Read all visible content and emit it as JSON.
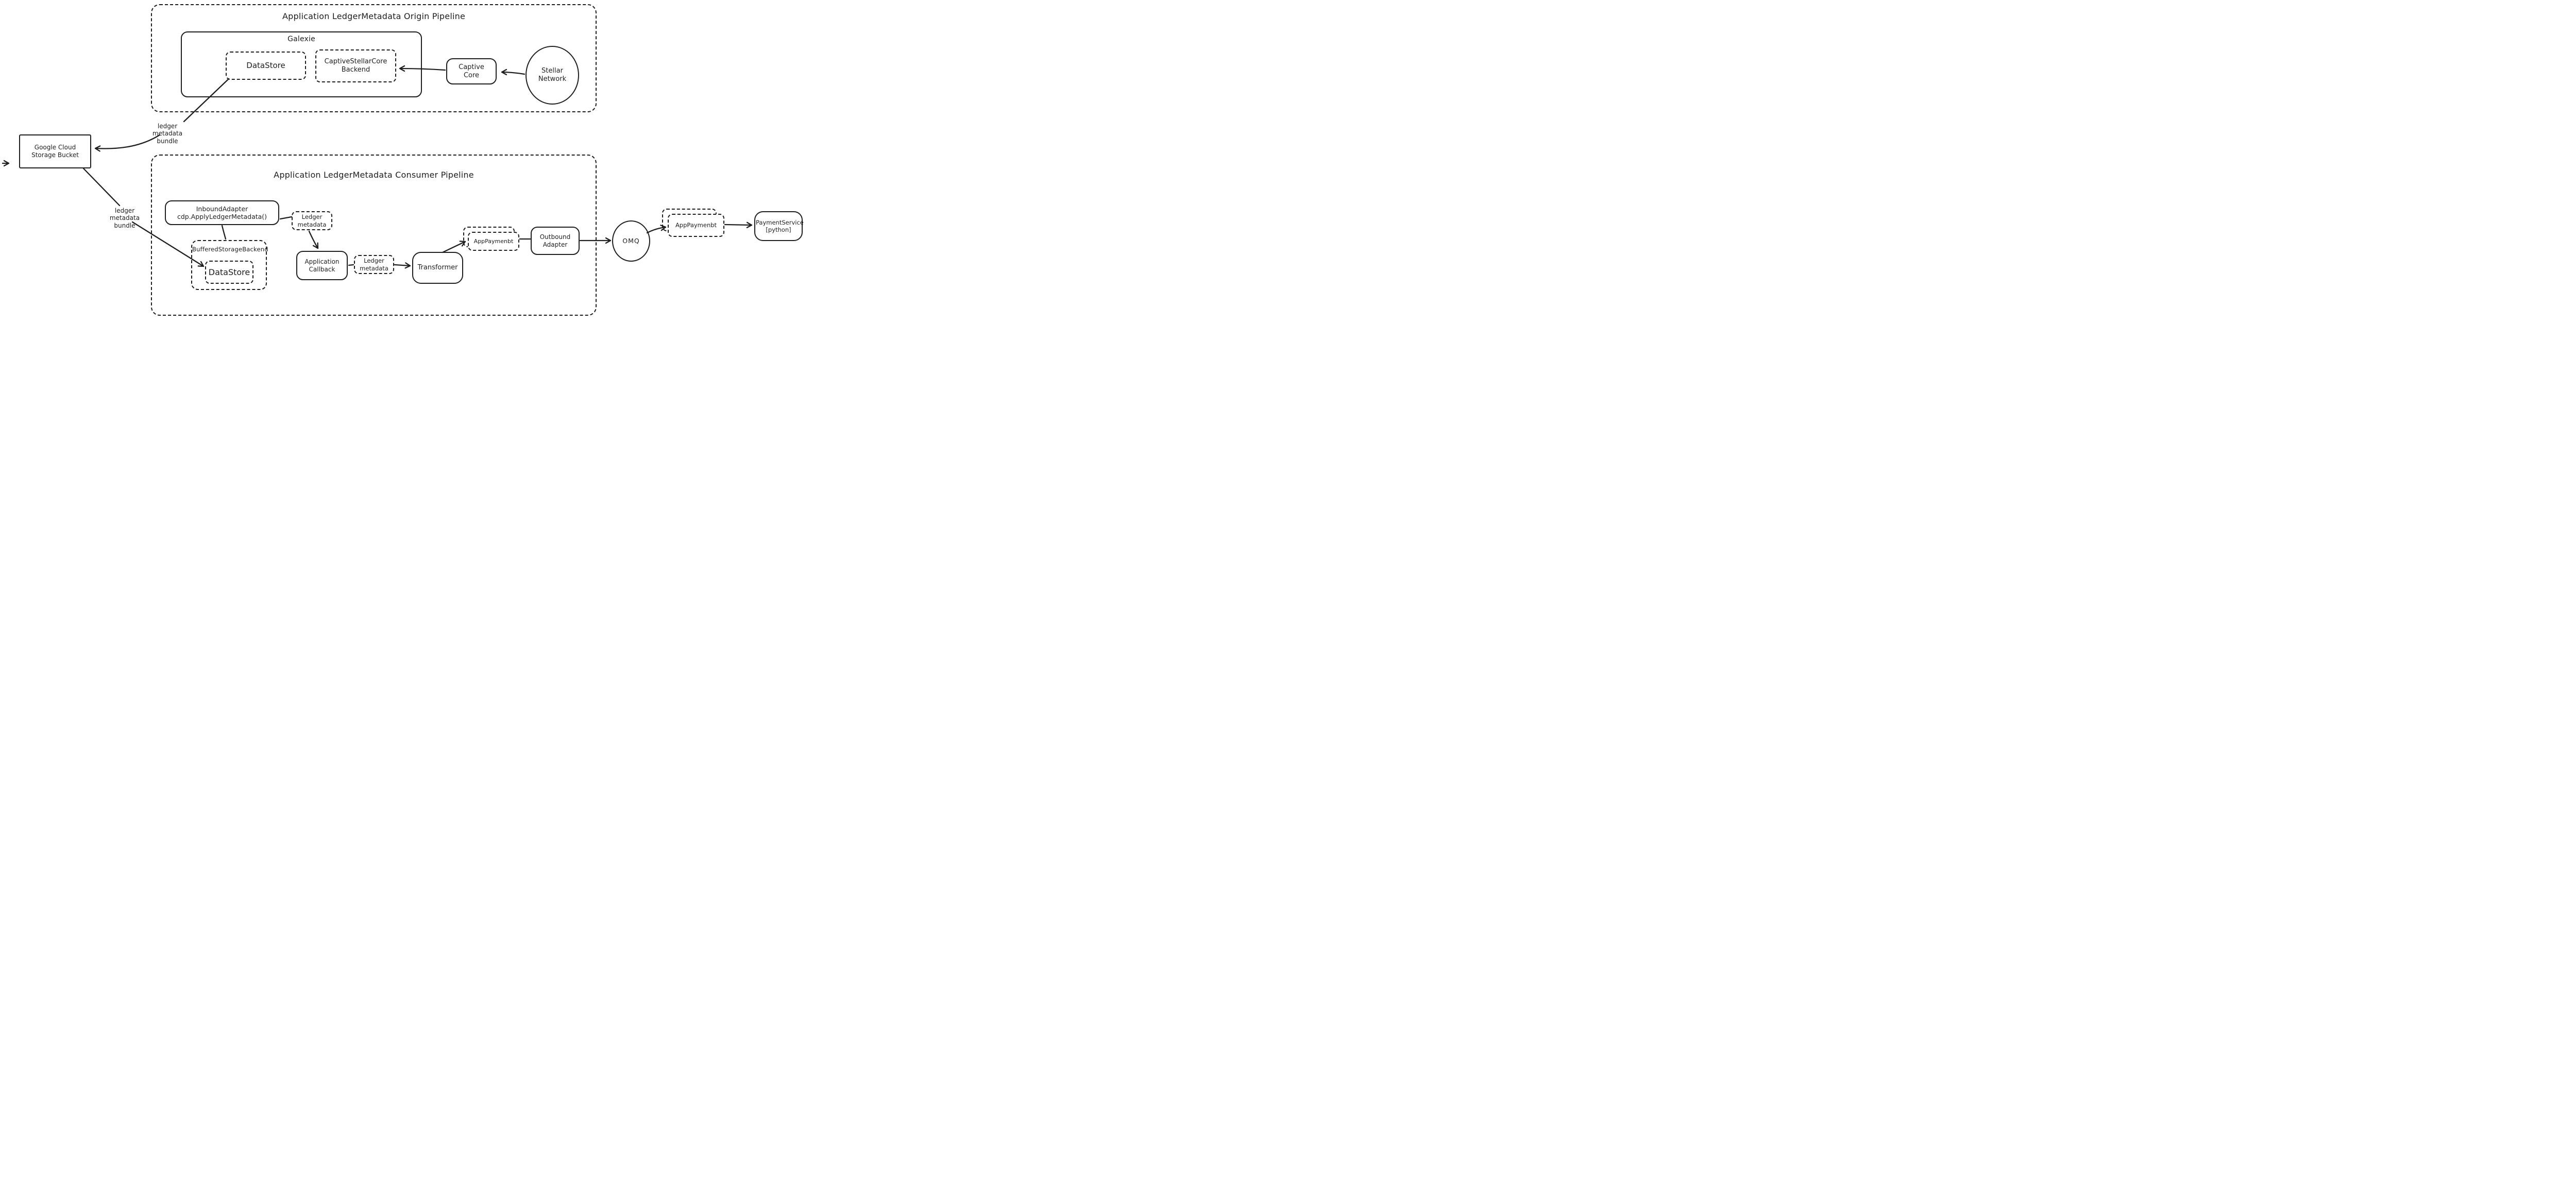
{
  "colors": {
    "ink": "#1e1e1e",
    "background": "#ffffff"
  },
  "origin_pipeline": {
    "title": "Application LedgerMetadata Origin Pipeline",
    "galexie": {
      "title": "Galexie",
      "datastore": {
        "label": "DataStore"
      },
      "captive_stellar_core_backend": {
        "label": "CaptiveStellarCore Backend"
      }
    },
    "captive_core": {
      "label": "Captive Core"
    },
    "stellar_network": {
      "label": "Stellar Network"
    }
  },
  "storage": {
    "gcs_bucket": {
      "label": "Google Cloud Storage Bucket"
    },
    "origin_edge_label": "ledger metadata bundle",
    "consumer_edge_label": "ledger metadata bundle"
  },
  "consumer_pipeline": {
    "title": "Application LedgerMetadata Consumer Pipeline",
    "inbound_adapter": {
      "label": "InboundAdapter cdp.ApplyLedgerMetadata()"
    },
    "ledger_metadata_from_adapter": {
      "label": "Ledger metadata"
    },
    "buffered_storage_backend": {
      "label": "BufferedStorageBackend",
      "datastore": {
        "label": "DataStore"
      }
    },
    "application_callback": {
      "label": "Application Callback"
    },
    "ledger_metadata_from_callback": {
      "label": "Ledger metadata"
    },
    "transformer": {
      "label": "Transformer"
    },
    "app_payment_queue": {
      "label": "AppPaymenbt"
    },
    "outbound_adapter": {
      "label": "Outbound Adapter"
    }
  },
  "external": {
    "omq": {
      "label": "OMQ"
    },
    "app_payment_delivery": {
      "label": "AppPaymenbt"
    },
    "payment_service": {
      "label": "PaymentService [python]"
    }
  }
}
